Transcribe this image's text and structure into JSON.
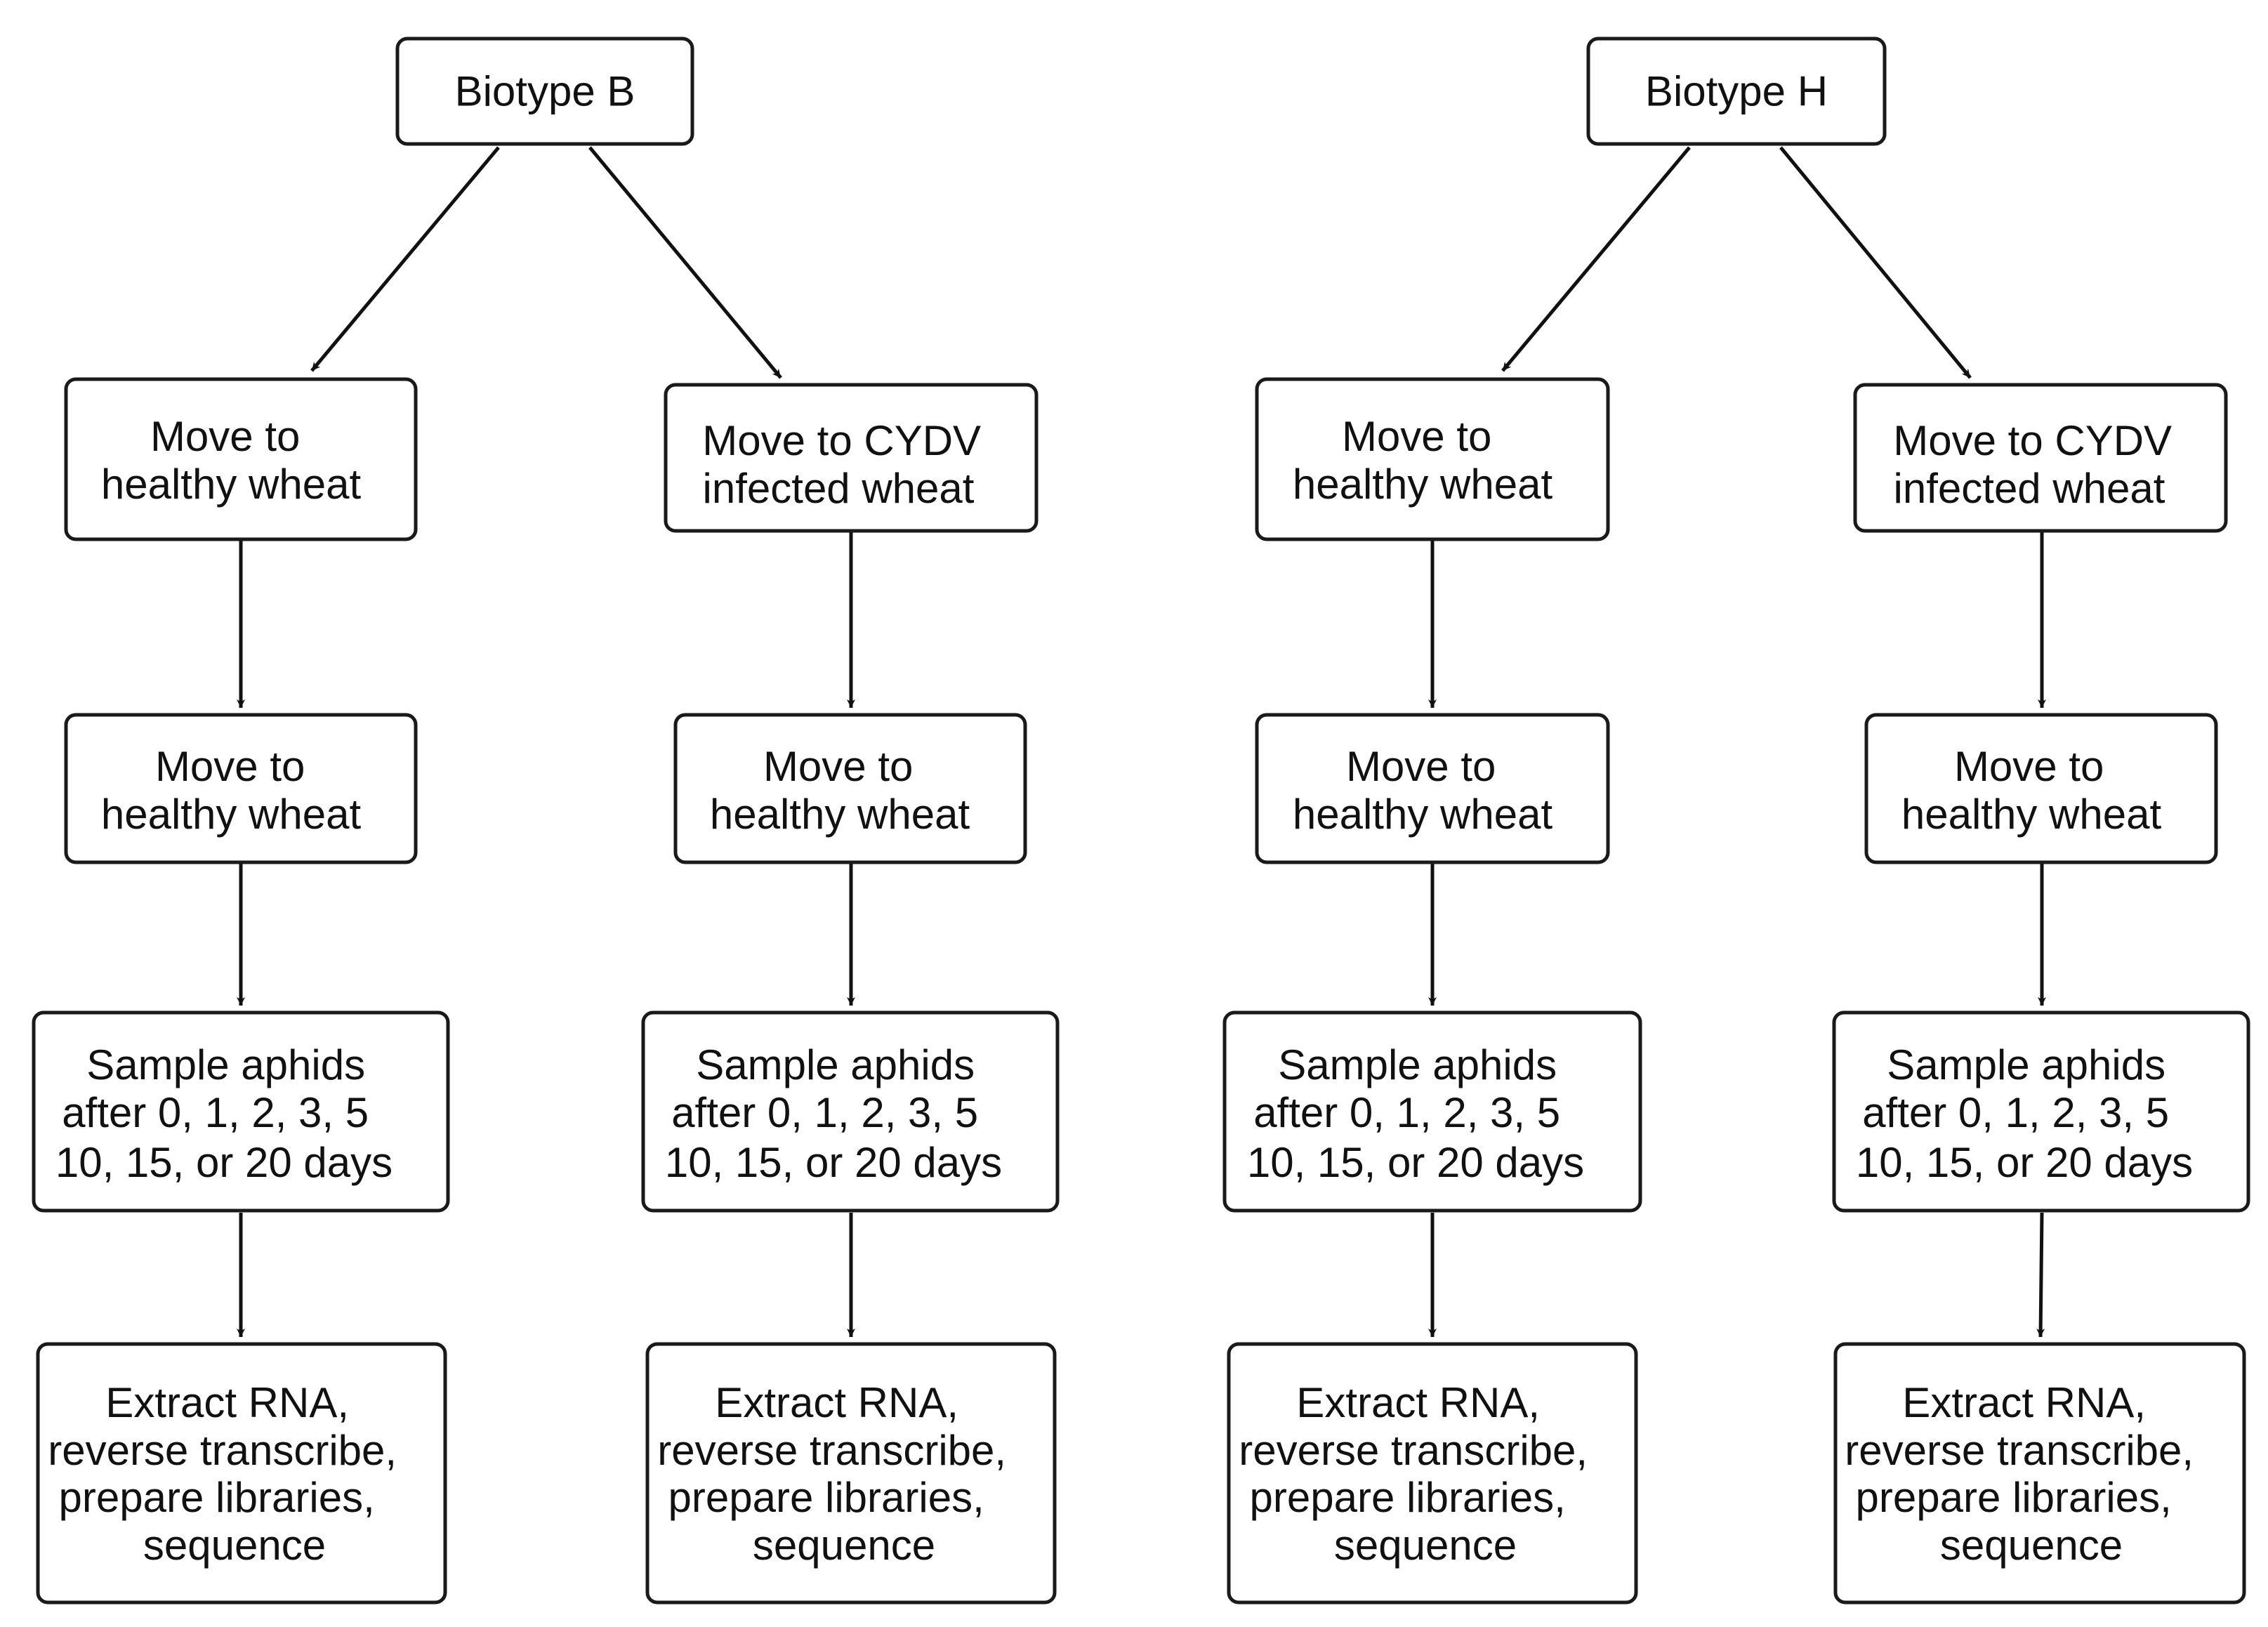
{
  "colors": {
    "background": "#ffffff",
    "stroke": "#1a1a1a",
    "text": "#111111"
  },
  "nodes": {
    "biotype_b": {
      "text": "Biotype B"
    },
    "biotype_h": {
      "text": "Biotype H"
    },
    "b_healthy_1": {
      "lines": [
        "Move to",
        "healthy wheat"
      ]
    },
    "b_cydv_1": {
      "lines": [
        "Move to CYDV",
        "infected wheat"
      ]
    },
    "h_healthy_1": {
      "lines": [
        "Move to",
        "healthy wheat"
      ]
    },
    "h_cydv_1": {
      "lines": [
        "Move to CYDV",
        "infected wheat"
      ]
    },
    "b_healthy_2": {
      "lines": [
        "Move to",
        "healthy wheat"
      ]
    },
    "b_cydv_2": {
      "lines": [
        "Move to",
        "healthy wheat"
      ]
    },
    "h_healthy_2": {
      "lines": [
        "Move to",
        "healthy wheat"
      ]
    },
    "h_cydv_2": {
      "lines": [
        "Move to",
        "healthy wheat"
      ]
    },
    "b_healthy_sample": {
      "lines": [
        "Sample aphids",
        "after 0, 1, 2, 3, 5",
        "10, 15, or 20 days"
      ]
    },
    "b_cydv_sample": {
      "lines": [
        "Sample aphids",
        "after 0, 1, 2, 3, 5",
        "10, 15, or 20 days"
      ]
    },
    "h_healthy_sample": {
      "lines": [
        "Sample aphids",
        "after 0, 1, 2, 3, 5",
        "10, 15, or 20 days"
      ]
    },
    "h_cydv_sample": {
      "lines": [
        "Sample aphids",
        "after 0, 1, 2, 3, 5",
        "10, 15, or 20 days"
      ]
    },
    "b_healthy_extract": {
      "lines": [
        "Extract RNA,",
        "reverse transcribe,",
        "prepare libraries,",
        "sequence"
      ]
    },
    "b_cydv_extract": {
      "lines": [
        "Extract RNA,",
        "reverse transcribe,",
        "prepare libraries,",
        "sequence"
      ]
    },
    "h_healthy_extract": {
      "lines": [
        "Extract RNA,",
        "reverse transcribe,",
        "prepare libraries,",
        "sequence"
      ]
    },
    "h_cydv_extract": {
      "lines": [
        "Extract RNA,",
        "reverse transcribe,",
        "prepare libraries,",
        "sequence"
      ]
    }
  }
}
